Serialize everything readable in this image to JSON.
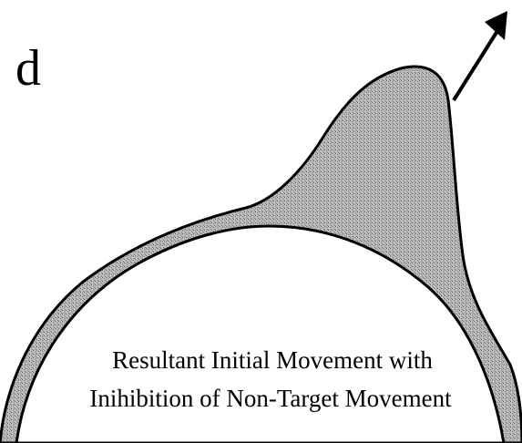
{
  "panel": {
    "letter": "d"
  },
  "caption": {
    "line1": "Resultant Initial Movement with",
    "line2": "Inihibition of Non-Target Movement"
  },
  "colors": {
    "background": "#ffffff",
    "outline": "#000000",
    "shading": "#a9a9a9",
    "inner_fill": "#ffffff"
  },
  "icons": {
    "direction_arrow": "arrow-up-right-icon"
  }
}
